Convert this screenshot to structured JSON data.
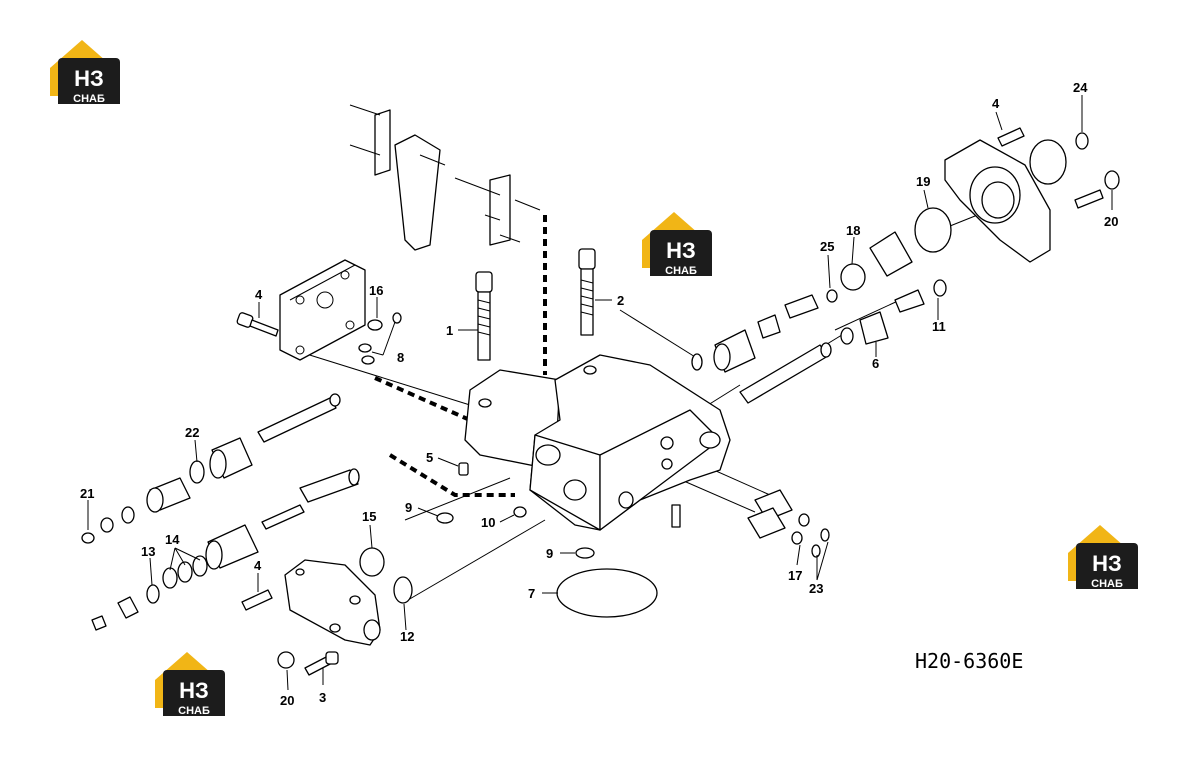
{
  "drawing_code": "H20-6360E",
  "logo": {
    "main": "НЗ",
    "sub": "СНАБ",
    "colors": {
      "roof": "#f1b516",
      "box": "#1c1c1c",
      "text": "#ffffff"
    }
  },
  "callouts": [
    {
      "id": "c1",
      "text": "1"
    },
    {
      "id": "c2",
      "text": "2"
    },
    {
      "id": "c3",
      "text": "3"
    },
    {
      "id": "c4a",
      "text": "4"
    },
    {
      "id": "c4b",
      "text": "4"
    },
    {
      "id": "c4c",
      "text": "4"
    },
    {
      "id": "c5",
      "text": "5"
    },
    {
      "id": "c6",
      "text": "6"
    },
    {
      "id": "c7",
      "text": "7"
    },
    {
      "id": "c8",
      "text": "8"
    },
    {
      "id": "c9a",
      "text": "9"
    },
    {
      "id": "c9b",
      "text": "9"
    },
    {
      "id": "c10",
      "text": "10"
    },
    {
      "id": "c11",
      "text": "11"
    },
    {
      "id": "c12",
      "text": "12"
    },
    {
      "id": "c13",
      "text": "13"
    },
    {
      "id": "c14",
      "text": "14"
    },
    {
      "id": "c15",
      "text": "15"
    },
    {
      "id": "c16",
      "text": "16"
    },
    {
      "id": "c17",
      "text": "17"
    },
    {
      "id": "c18",
      "text": "18"
    },
    {
      "id": "c19",
      "text": "19"
    },
    {
      "id": "c20a",
      "text": "20"
    },
    {
      "id": "c20b",
      "text": "20"
    },
    {
      "id": "c21",
      "text": "21"
    },
    {
      "id": "c22",
      "text": "22"
    },
    {
      "id": "c23",
      "text": "23"
    },
    {
      "id": "c24",
      "text": "24"
    },
    {
      "id": "c25",
      "text": "25"
    }
  ]
}
